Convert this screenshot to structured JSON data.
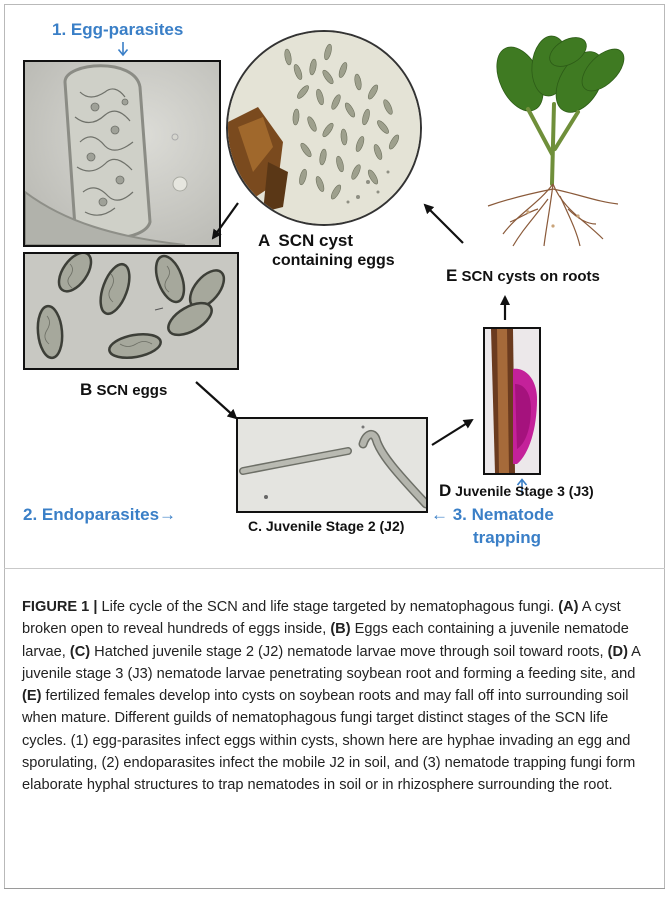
{
  "labels": {
    "egg_parasites": "1. Egg-parasites",
    "endoparasites": "2. Endoparasites→",
    "nematode_trapping_line1": "← 3. Nematode",
    "nematode_trapping_line2": "trapping",
    "a_letter": "A",
    "a_line1": "SCN cyst",
    "a_line2": "containing eggs",
    "b_letter": "B",
    "b_text": "SCN eggs",
    "c_text": "C. Juvenile Stage 2 (J2)",
    "d_letter": "D",
    "d_text": "Juvenile Stage 3 (J3)",
    "e_letter": "E",
    "e_text": "SCN cysts on roots"
  },
  "caption": {
    "figure_label": "FIGURE 1 |",
    "intro": " Life cycle of the SCN and life stage targeted by nematophagous fungi. ",
    "a_ref": "(A)",
    "a_text": " A cyst broken open to reveal hundreds of eggs inside, ",
    "b_ref": "(B)",
    "b_text": " Eggs each containing a juvenile nematode larvae, ",
    "c_ref": "(C)",
    "c_text": " Hatched juvenile stage 2 (J2) nematode larvae move through soil toward roots, ",
    "d_ref": "(D)",
    "d_text": " A juvenile stage 3 (J3) nematode larvae penetrating soybean root and forming a feeding site, and ",
    "e_ref": "(E)",
    "e_text": " fertilized females develop into cysts on soybean roots and may fall off into surrounding soil when mature. Different guilds of nematophagous fungi target distinct stages of the SCN life cycles. (1) egg-parasites infect eggs within cysts, shown here are hyphae invading an egg and sporulating, (2) endoparasites infect the mobile J2 in soil, and (3) nematode trapping fungi form elaborate hyphal structures to trap nematodes in soil or in rhizosphere surrounding the root."
  },
  "colors": {
    "accent_blue": "#3a7fc7",
    "text": "#111111"
  }
}
